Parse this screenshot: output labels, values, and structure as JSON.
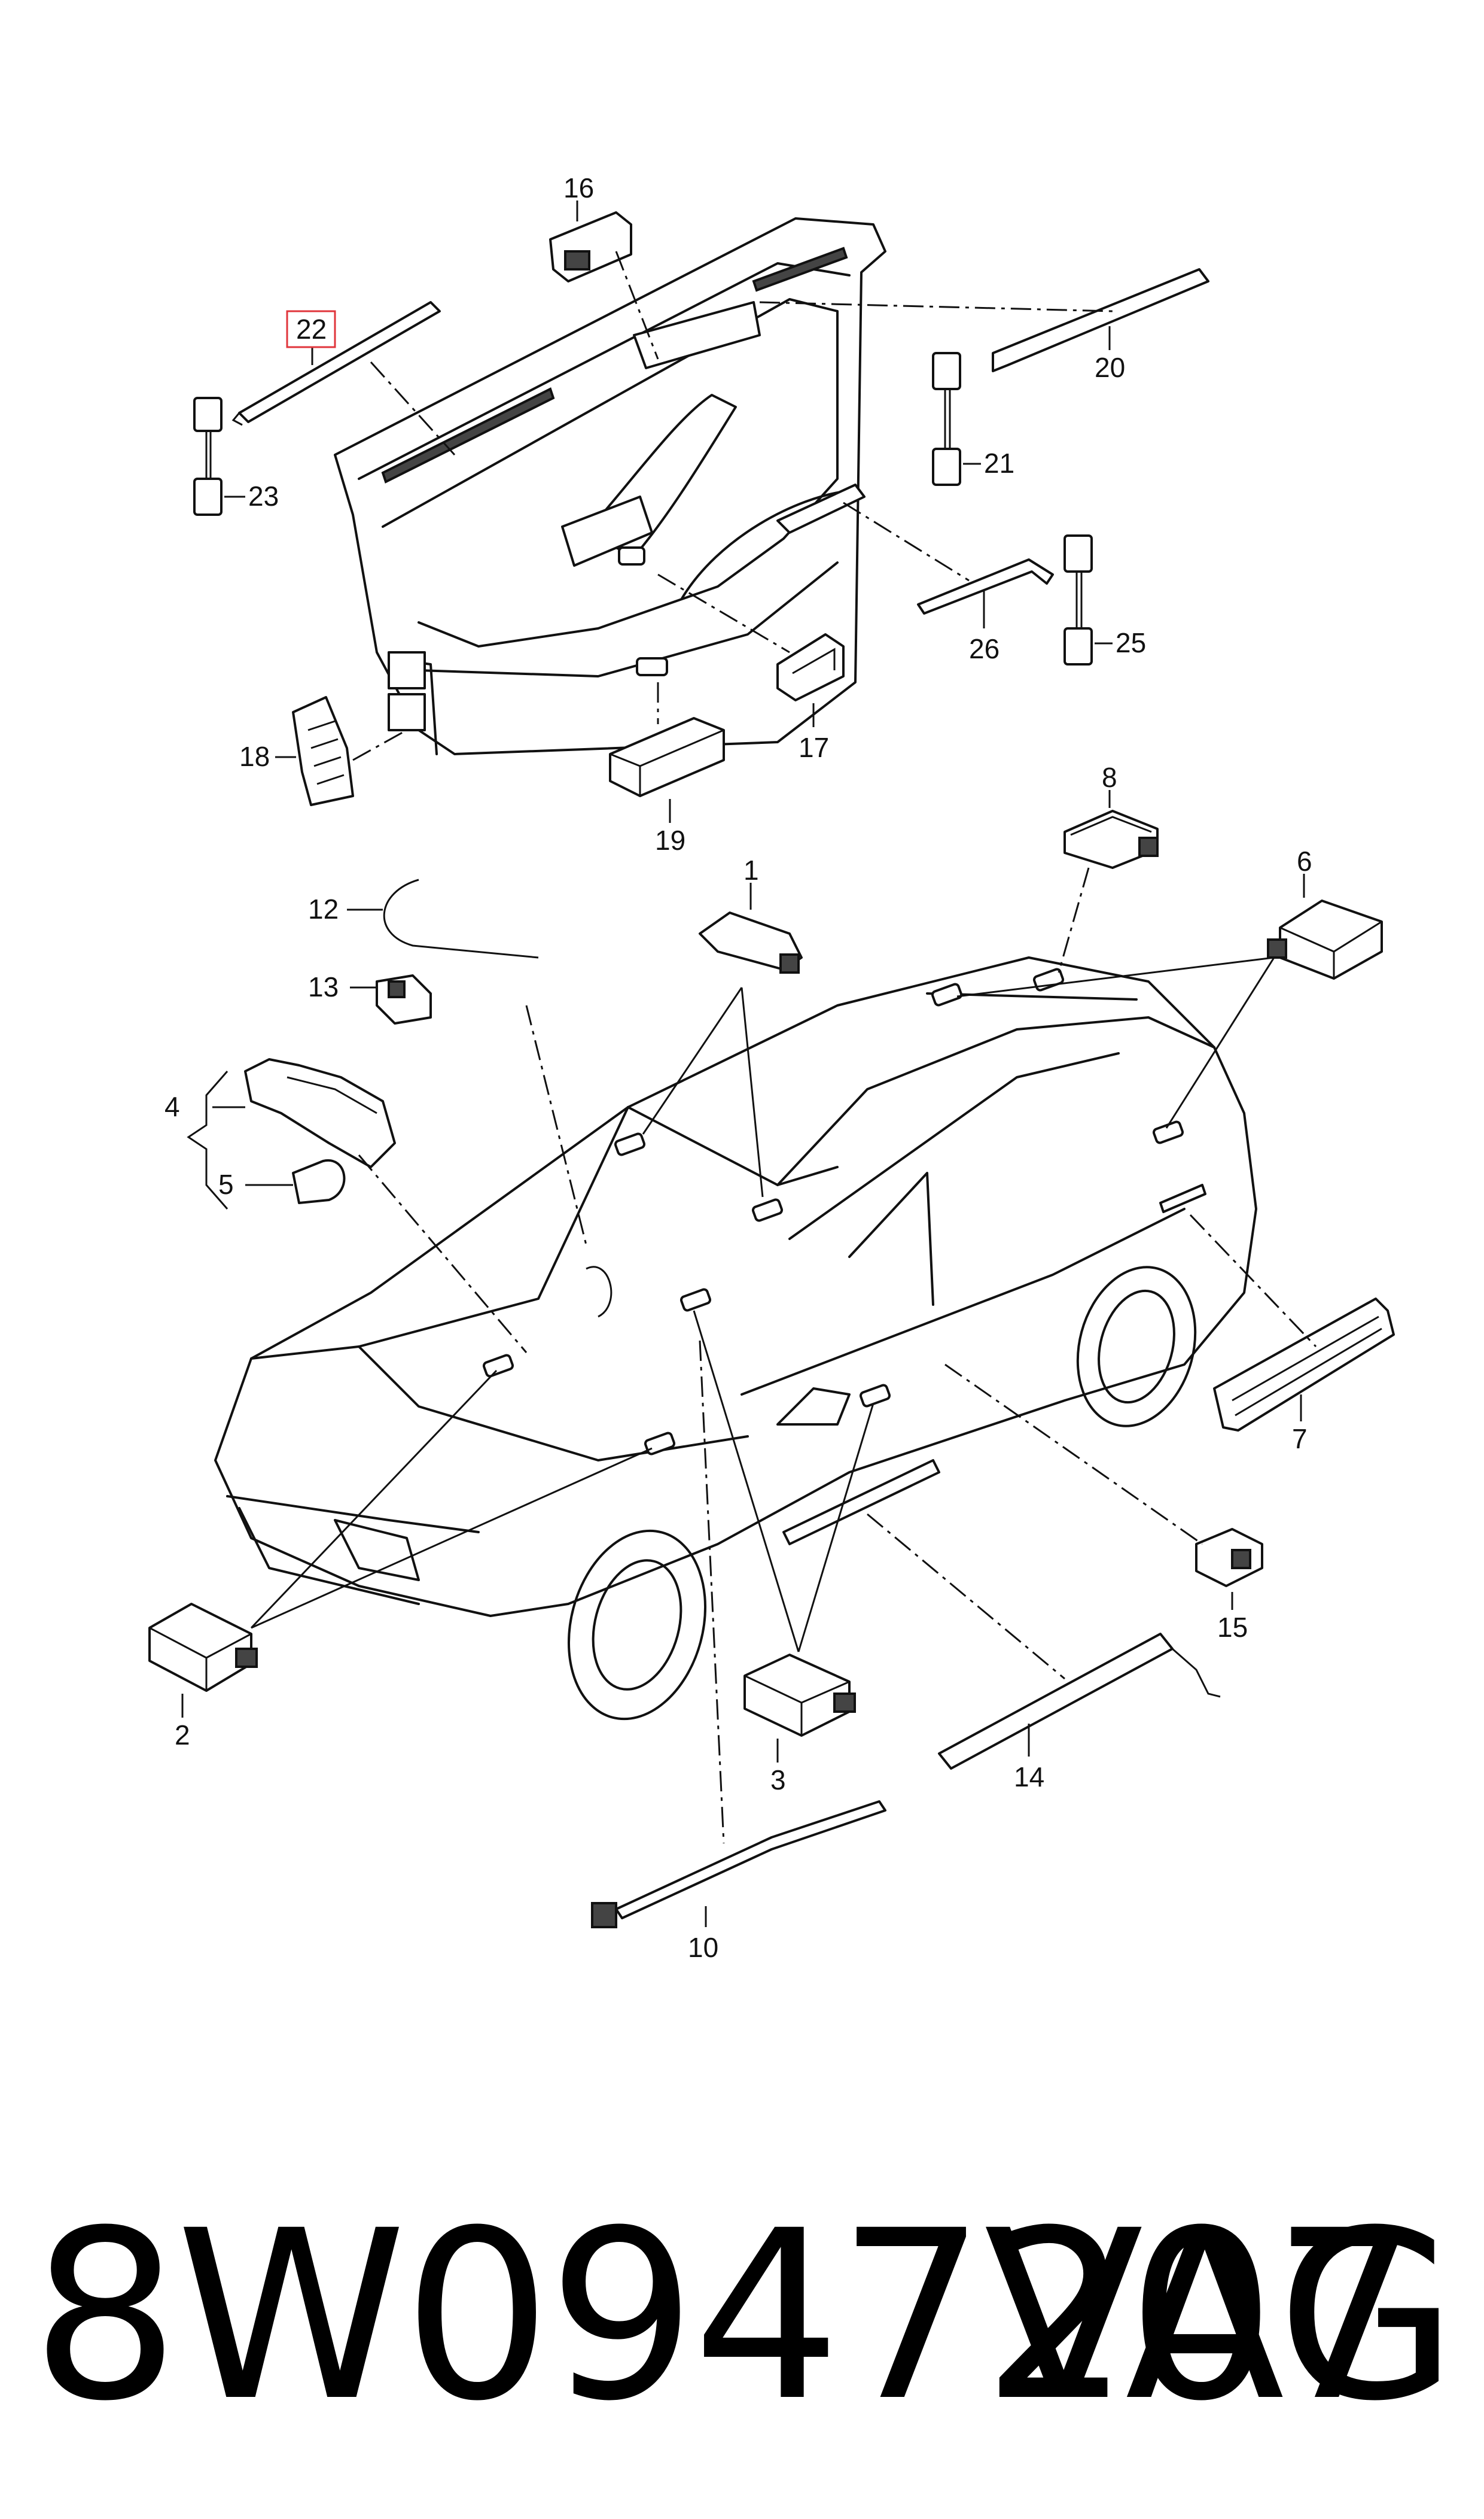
{
  "callouts": {
    "c1": "1",
    "c2": "2",
    "c3": "3",
    "c4": "4",
    "c5": "5",
    "c6": "6",
    "c7": "7",
    "c8": "8",
    "c10": "10",
    "c12": "12",
    "c13": "13",
    "c14": "14",
    "c15": "15",
    "c16": "16",
    "c17": "17",
    "c18": "18",
    "c19": "19",
    "c20": "20",
    "c21": "21",
    "c22": "22",
    "c23": "23",
    "c25": "25",
    "c26": "26"
  },
  "highlighted_callout": "22",
  "highlight_color": "#e0353b",
  "footer": {
    "part_number": "8W0947207",
    "brand": "VAG"
  }
}
